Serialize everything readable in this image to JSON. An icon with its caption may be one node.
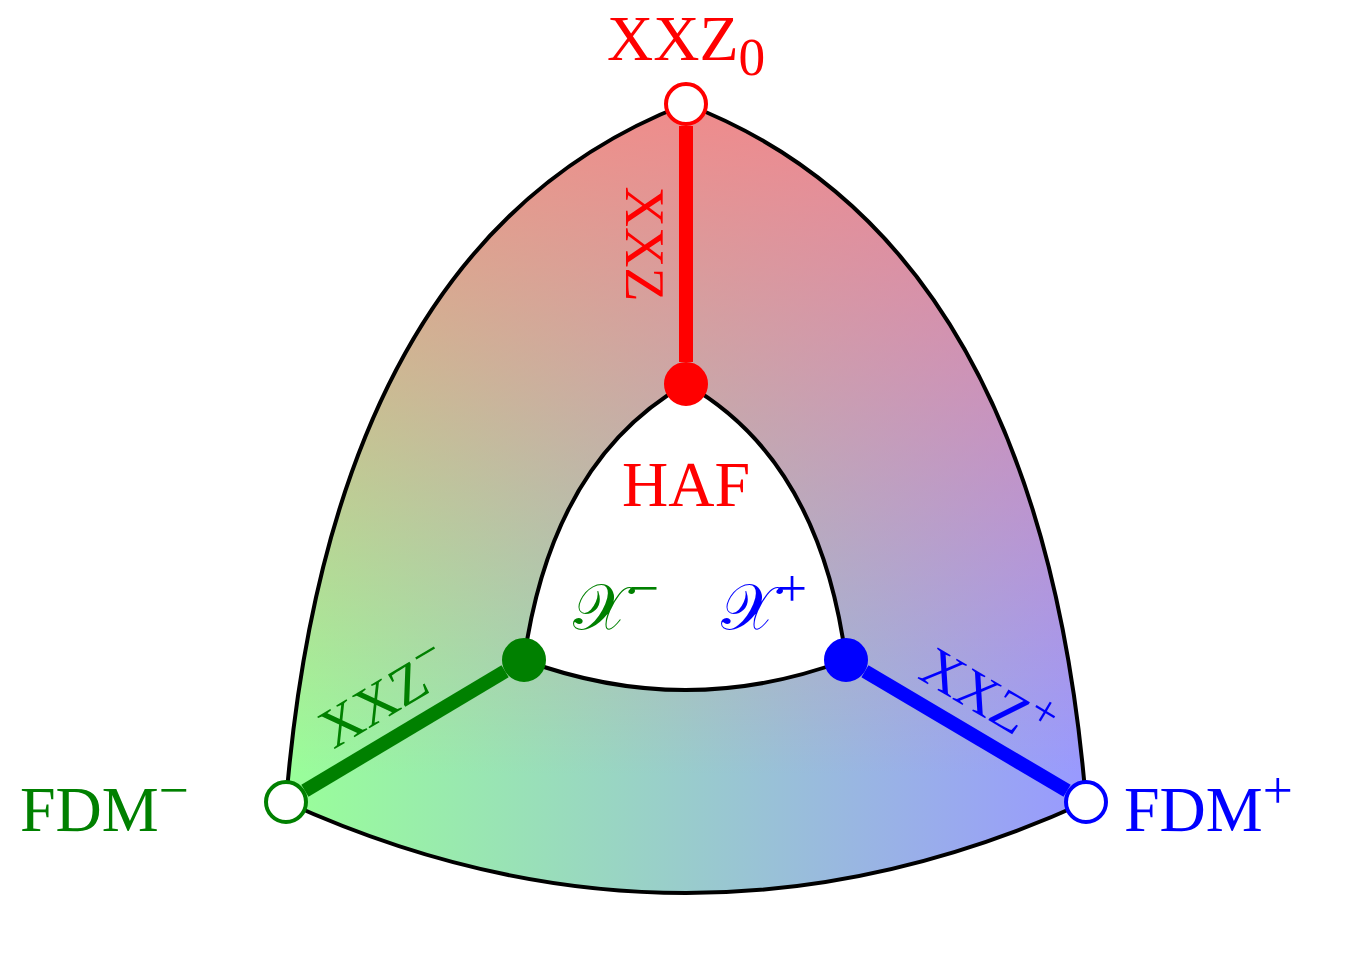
{
  "diagram": {
    "nodes": [
      {
        "text": [],
        "shape": "circle",
        "beside": [
          "XXZ$_{0}$"
        ]
      },
      {
        "text": [],
        "shape": "circle",
        "beside": [
          "HAF"
        ]
      },
      {
        "text": [],
        "shape": "circle",
        "beside": [
          "𝒳$^{−}$"
        ]
      },
      {
        "text": [],
        "shape": "circle",
        "beside": [
          "𝒳$^{+}$"
        ]
      },
      {
        "text": [],
        "shape": "circle",
        "beside": [
          "FDM$^{−}$"
        ]
      },
      {
        "text": [],
        "shape": "circle",
        "beside": [
          "FDM$^{+}$"
        ]
      }
    ],
    "edges": [
      {
        "from": 0,
        "to": 1,
        "arrow": "none",
        "label": "XXZ",
        "color": "#ff0000"
      },
      {
        "from": 4,
        "to": 2,
        "arrow": "none",
        "label": "XXZ$^{−}$",
        "color": "#008000"
      },
      {
        "from": 3,
        "to": 5,
        "arrow": "none",
        "label": "XXZ$^{+}$",
        "color": "#0000ff"
      }
    ]
  }
}
